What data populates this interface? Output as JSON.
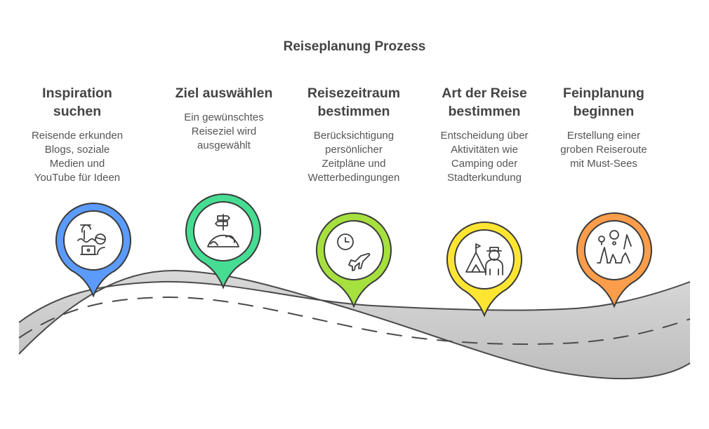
{
  "title": "Reiseplanung Prozess",
  "steps": [
    {
      "heading_line1": "Inspiration",
      "heading_line2": "suchen",
      "desc": [
        "Reisende erkunden",
        "Blogs, soziale",
        "Medien und",
        "YouTube für Ideen"
      ],
      "icon": "beach-laptop-icon",
      "color": "#5b9bfc"
    },
    {
      "heading_line1": "Ziel auswählen",
      "heading_line2": "",
      "desc": [
        "Ein gewünschtes",
        "Reiseziel wird",
        "ausgewählt"
      ],
      "icon": "signpost-globe-icon",
      "color": "#46dd92"
    },
    {
      "heading_line1": "Reisezeitraum",
      "heading_line2": "bestimmen",
      "desc": [
        "Berücksichtigung",
        "persönlicher",
        "Zeitpläne und",
        "Wetterbedingungen"
      ],
      "icon": "clock-airplane-icon",
      "color": "#a6e03f"
    },
    {
      "heading_line1": "Art der Reise",
      "heading_line2": "bestimmen",
      "desc": [
        "Entscheidung über",
        "Aktivitäten wie",
        "Camping oder",
        "Stadterkundung"
      ],
      "icon": "tent-explorer-icon",
      "color": "#fde532"
    },
    {
      "heading_line1": "Feinplanung",
      "heading_line2": "beginnen",
      "desc": [
        "Erstellung einer",
        "groben Reiseroute",
        "mit Must-Sees"
      ],
      "icon": "city-landmarks-icon",
      "color": "#fb9d4a"
    }
  ]
}
